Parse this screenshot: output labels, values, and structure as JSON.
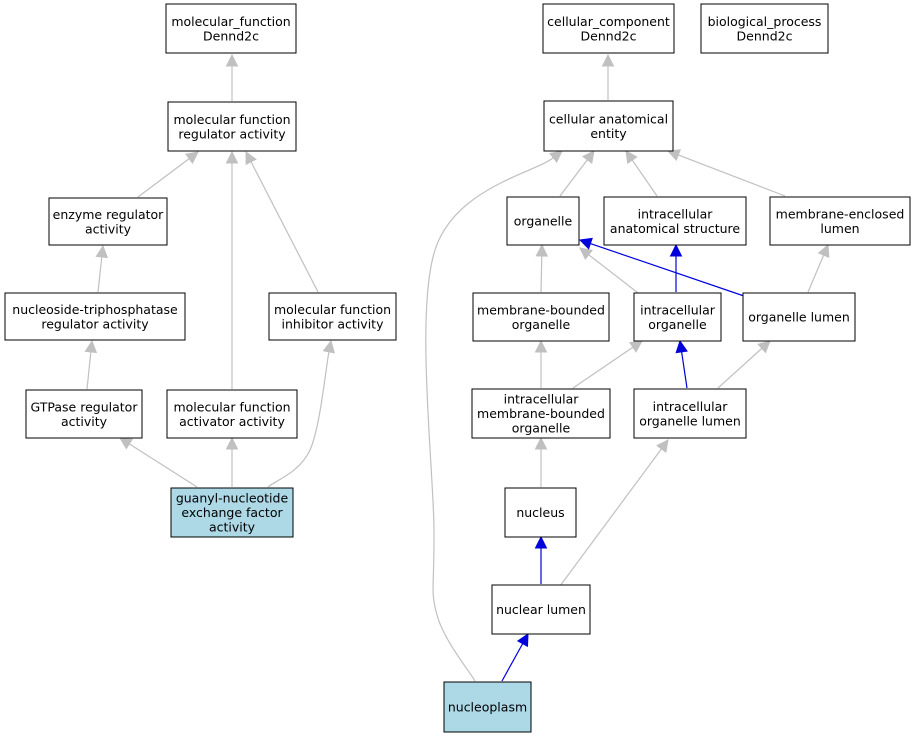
{
  "colors": {
    "default_fill": "#ffffff",
    "highlight_fill": "#add8e6",
    "grey_edge": "#c0c0c0",
    "blue_edge": "#0000dd"
  },
  "nodes": {
    "mf_root": {
      "lines": [
        "molecular_function",
        "Dennd2c"
      ],
      "highlight": false
    },
    "mf_reg": {
      "lines": [
        "molecular function",
        "regulator activity"
      ],
      "highlight": false
    },
    "enzyme_reg": {
      "lines": [
        "enzyme regulator",
        "activity"
      ],
      "highlight": false
    },
    "ntp_reg": {
      "lines": [
        "nucleoside-triphosphatase",
        "regulator activity"
      ],
      "highlight": false
    },
    "mf_inhib": {
      "lines": [
        "molecular function",
        "inhibitor activity"
      ],
      "highlight": false
    },
    "gtpase_reg": {
      "lines": [
        "GTPase regulator",
        "activity"
      ],
      "highlight": false
    },
    "mf_activ": {
      "lines": [
        "molecular function",
        "activator activity"
      ],
      "highlight": false
    },
    "gnef": {
      "lines": [
        "guanyl-nucleotide",
        "exchange factor",
        "activity"
      ],
      "highlight": true
    },
    "cc_root": {
      "lines": [
        "cellular_component",
        "Dennd2c"
      ],
      "highlight": false
    },
    "bp_root": {
      "lines": [
        "biological_process",
        "Dennd2c"
      ],
      "highlight": false
    },
    "cae": {
      "lines": [
        "cellular anatomical",
        "entity"
      ],
      "highlight": false
    },
    "organelle": {
      "lines": [
        "organelle"
      ],
      "highlight": false
    },
    "ias": {
      "lines": [
        "intracellular",
        "anatomical structure"
      ],
      "highlight": false
    },
    "mel": {
      "lines": [
        "membrane-enclosed",
        "lumen"
      ],
      "highlight": false
    },
    "mbo": {
      "lines": [
        "membrane-bounded",
        "organelle"
      ],
      "highlight": false
    },
    "io": {
      "lines": [
        "intracellular",
        "organelle"
      ],
      "highlight": false
    },
    "ol": {
      "lines": [
        "organelle lumen"
      ],
      "highlight": false
    },
    "imbo": {
      "lines": [
        "intracellular",
        "membrane-bounded",
        "organelle"
      ],
      "highlight": false
    },
    "iol": {
      "lines": [
        "intracellular",
        "organelle lumen"
      ],
      "highlight": false
    },
    "nucleus": {
      "lines": [
        "nucleus"
      ],
      "highlight": false
    },
    "nl": {
      "lines": [
        "nuclear lumen"
      ],
      "highlight": false
    },
    "np": {
      "lines": [
        "nucleoplasm"
      ],
      "highlight": true
    }
  },
  "edges": [
    {
      "from": "mf_reg",
      "to": "mf_root",
      "color": "grey"
    },
    {
      "from": "enzyme_reg",
      "to": "mf_reg",
      "color": "grey"
    },
    {
      "from": "mf_inhib",
      "to": "mf_reg",
      "color": "grey"
    },
    {
      "from": "mf_activ",
      "to": "mf_reg",
      "color": "grey"
    },
    {
      "from": "ntp_reg",
      "to": "enzyme_reg",
      "color": "grey"
    },
    {
      "from": "gtpase_reg",
      "to": "ntp_reg",
      "color": "grey"
    },
    {
      "from": "gnef",
      "to": "gtpase_reg",
      "color": "grey"
    },
    {
      "from": "gnef",
      "to": "mf_activ",
      "color": "grey"
    },
    {
      "from": "gnef",
      "to": "mf_inhib",
      "color": "grey"
    },
    {
      "from": "cae",
      "to": "cc_root",
      "color": "grey"
    },
    {
      "from": "organelle",
      "to": "cae",
      "color": "grey"
    },
    {
      "from": "ias",
      "to": "cae",
      "color": "grey"
    },
    {
      "from": "mel",
      "to": "cae",
      "color": "grey"
    },
    {
      "from": "np",
      "to": "cae",
      "color": "grey"
    },
    {
      "from": "mbo",
      "to": "organelle",
      "color": "grey"
    },
    {
      "from": "io",
      "to": "organelle",
      "color": "grey"
    },
    {
      "from": "ol",
      "to": "organelle",
      "color": "blue"
    },
    {
      "from": "io",
      "to": "ias",
      "color": "blue"
    },
    {
      "from": "ol",
      "to": "mel",
      "color": "grey"
    },
    {
      "from": "imbo",
      "to": "mbo",
      "color": "grey"
    },
    {
      "from": "imbo",
      "to": "io",
      "color": "grey"
    },
    {
      "from": "iol",
      "to": "io",
      "color": "blue"
    },
    {
      "from": "iol",
      "to": "ol",
      "color": "grey"
    },
    {
      "from": "nucleus",
      "to": "imbo",
      "color": "grey"
    },
    {
      "from": "nl",
      "to": "nucleus",
      "color": "blue"
    },
    {
      "from": "nl",
      "to": "iol",
      "color": "grey"
    },
    {
      "from": "np",
      "to": "nl",
      "color": "blue"
    }
  ]
}
